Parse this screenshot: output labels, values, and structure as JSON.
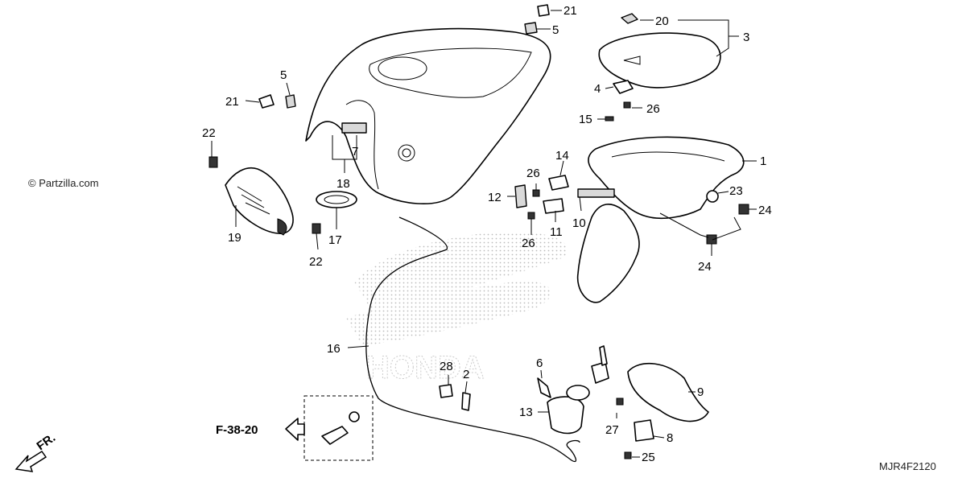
{
  "watermark": "© Partzilla.com",
  "diagram_code": "MJR4F2120",
  "reference": "F-38-20",
  "direction_label": "FR.",
  "callouts": {
    "c1": "1",
    "c2": "2",
    "c3": "3",
    "c4": "4",
    "c5a": "5",
    "c5b": "5",
    "c6": "6",
    "c7": "7",
    "c8": "8",
    "c9": "9",
    "c10": "10",
    "c11": "11",
    "c12": "12",
    "c13": "13",
    "c14": "14",
    "c15": "15",
    "c16": "16",
    "c17": "17",
    "c18": "18",
    "c19": "19",
    "c20": "20",
    "c21a": "21",
    "c21b": "21",
    "c22a": "22",
    "c22b": "22",
    "c23": "23",
    "c24a": "24",
    "c24b": "24",
    "c25": "25",
    "c26a": "26",
    "c26b": "26",
    "c26c": "26",
    "c27": "27",
    "c28": "28"
  },
  "colors": {
    "ink": "#000000",
    "fill": "#ffffff",
    "shade": "#d9d9d9",
    "dots": "#bbbbbb"
  }
}
